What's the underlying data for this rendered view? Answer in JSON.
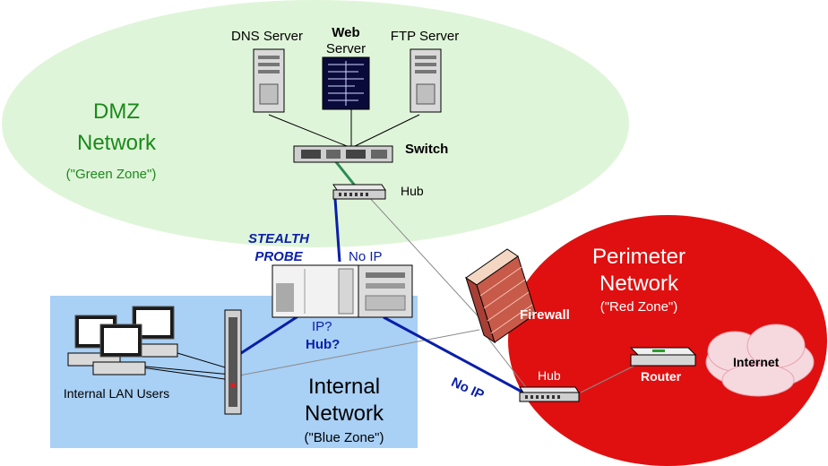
{
  "dmz": {
    "title_line1": "DMZ",
    "title_line2": "Network",
    "zone": "(\"Green Zone\")",
    "dns_server": "DNS Server",
    "web_server_line1": "Web",
    "web_server_line2": "Server",
    "ftp_server": "FTP Server",
    "switch": "Switch",
    "hub": "Hub"
  },
  "probe": {
    "name_line1": "STEALTH",
    "name_line2": "PROBE",
    "no_ip_top": "No IP",
    "ip_q": "IP?",
    "hub_q": "Hub?",
    "no_ip_link": "No IP"
  },
  "internal": {
    "users": "Internal LAN Users",
    "title_line1": "Internal",
    "title_line2": "Network",
    "zone": "(\"Blue Zone\")"
  },
  "perimeter": {
    "title_line1": "Perimeter",
    "title_line2": "Network",
    "zone": "(\"Red Zone\")",
    "firewall": "Firewall",
    "hub": "Hub",
    "router": "Router",
    "internet": "Internet"
  },
  "colors": {
    "green_zone": "#dff5d9",
    "blue_zone": "#a9d0f5",
    "red_zone": "#e01010",
    "probe_link": "#0a1fa8",
    "switch_link": "#2e8b57"
  }
}
